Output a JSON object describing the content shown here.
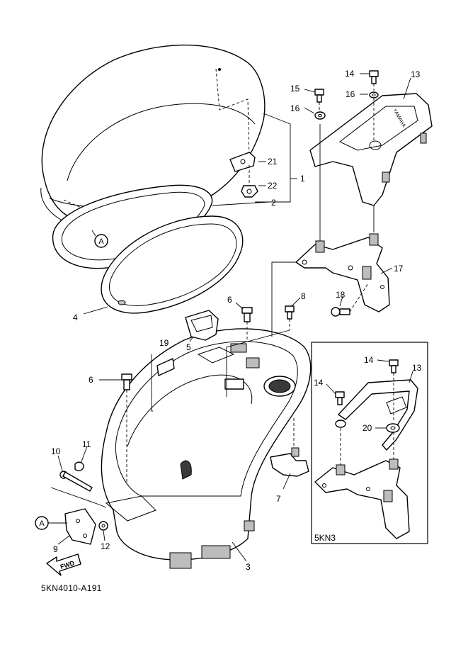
{
  "callouts": {
    "c1": "1",
    "c2": "2",
    "c3": "3",
    "c4": "4",
    "c5": "5",
    "c6a": "6",
    "c6b": "6",
    "c7": "7",
    "c8": "8",
    "c9": "9",
    "c10": "10",
    "c11": "11",
    "c12": "12",
    "c13": "13",
    "c14": "14",
    "c15": "15",
    "c16a": "16",
    "c16b": "16",
    "c17": "17",
    "c18": "18",
    "c19": "19",
    "c21": "21",
    "c22": "22",
    "inset_c13": "13",
    "inset_c14a": "14",
    "inset_c14b": "14",
    "inset_c20": "20"
  },
  "reference_markers": {
    "a1": "A",
    "a2": "A"
  },
  "inset_label": "5KN3",
  "fwd_label": "FWD",
  "carrier_brand": "YAMAHA",
  "diagram_code": "5KN4010-A191"
}
